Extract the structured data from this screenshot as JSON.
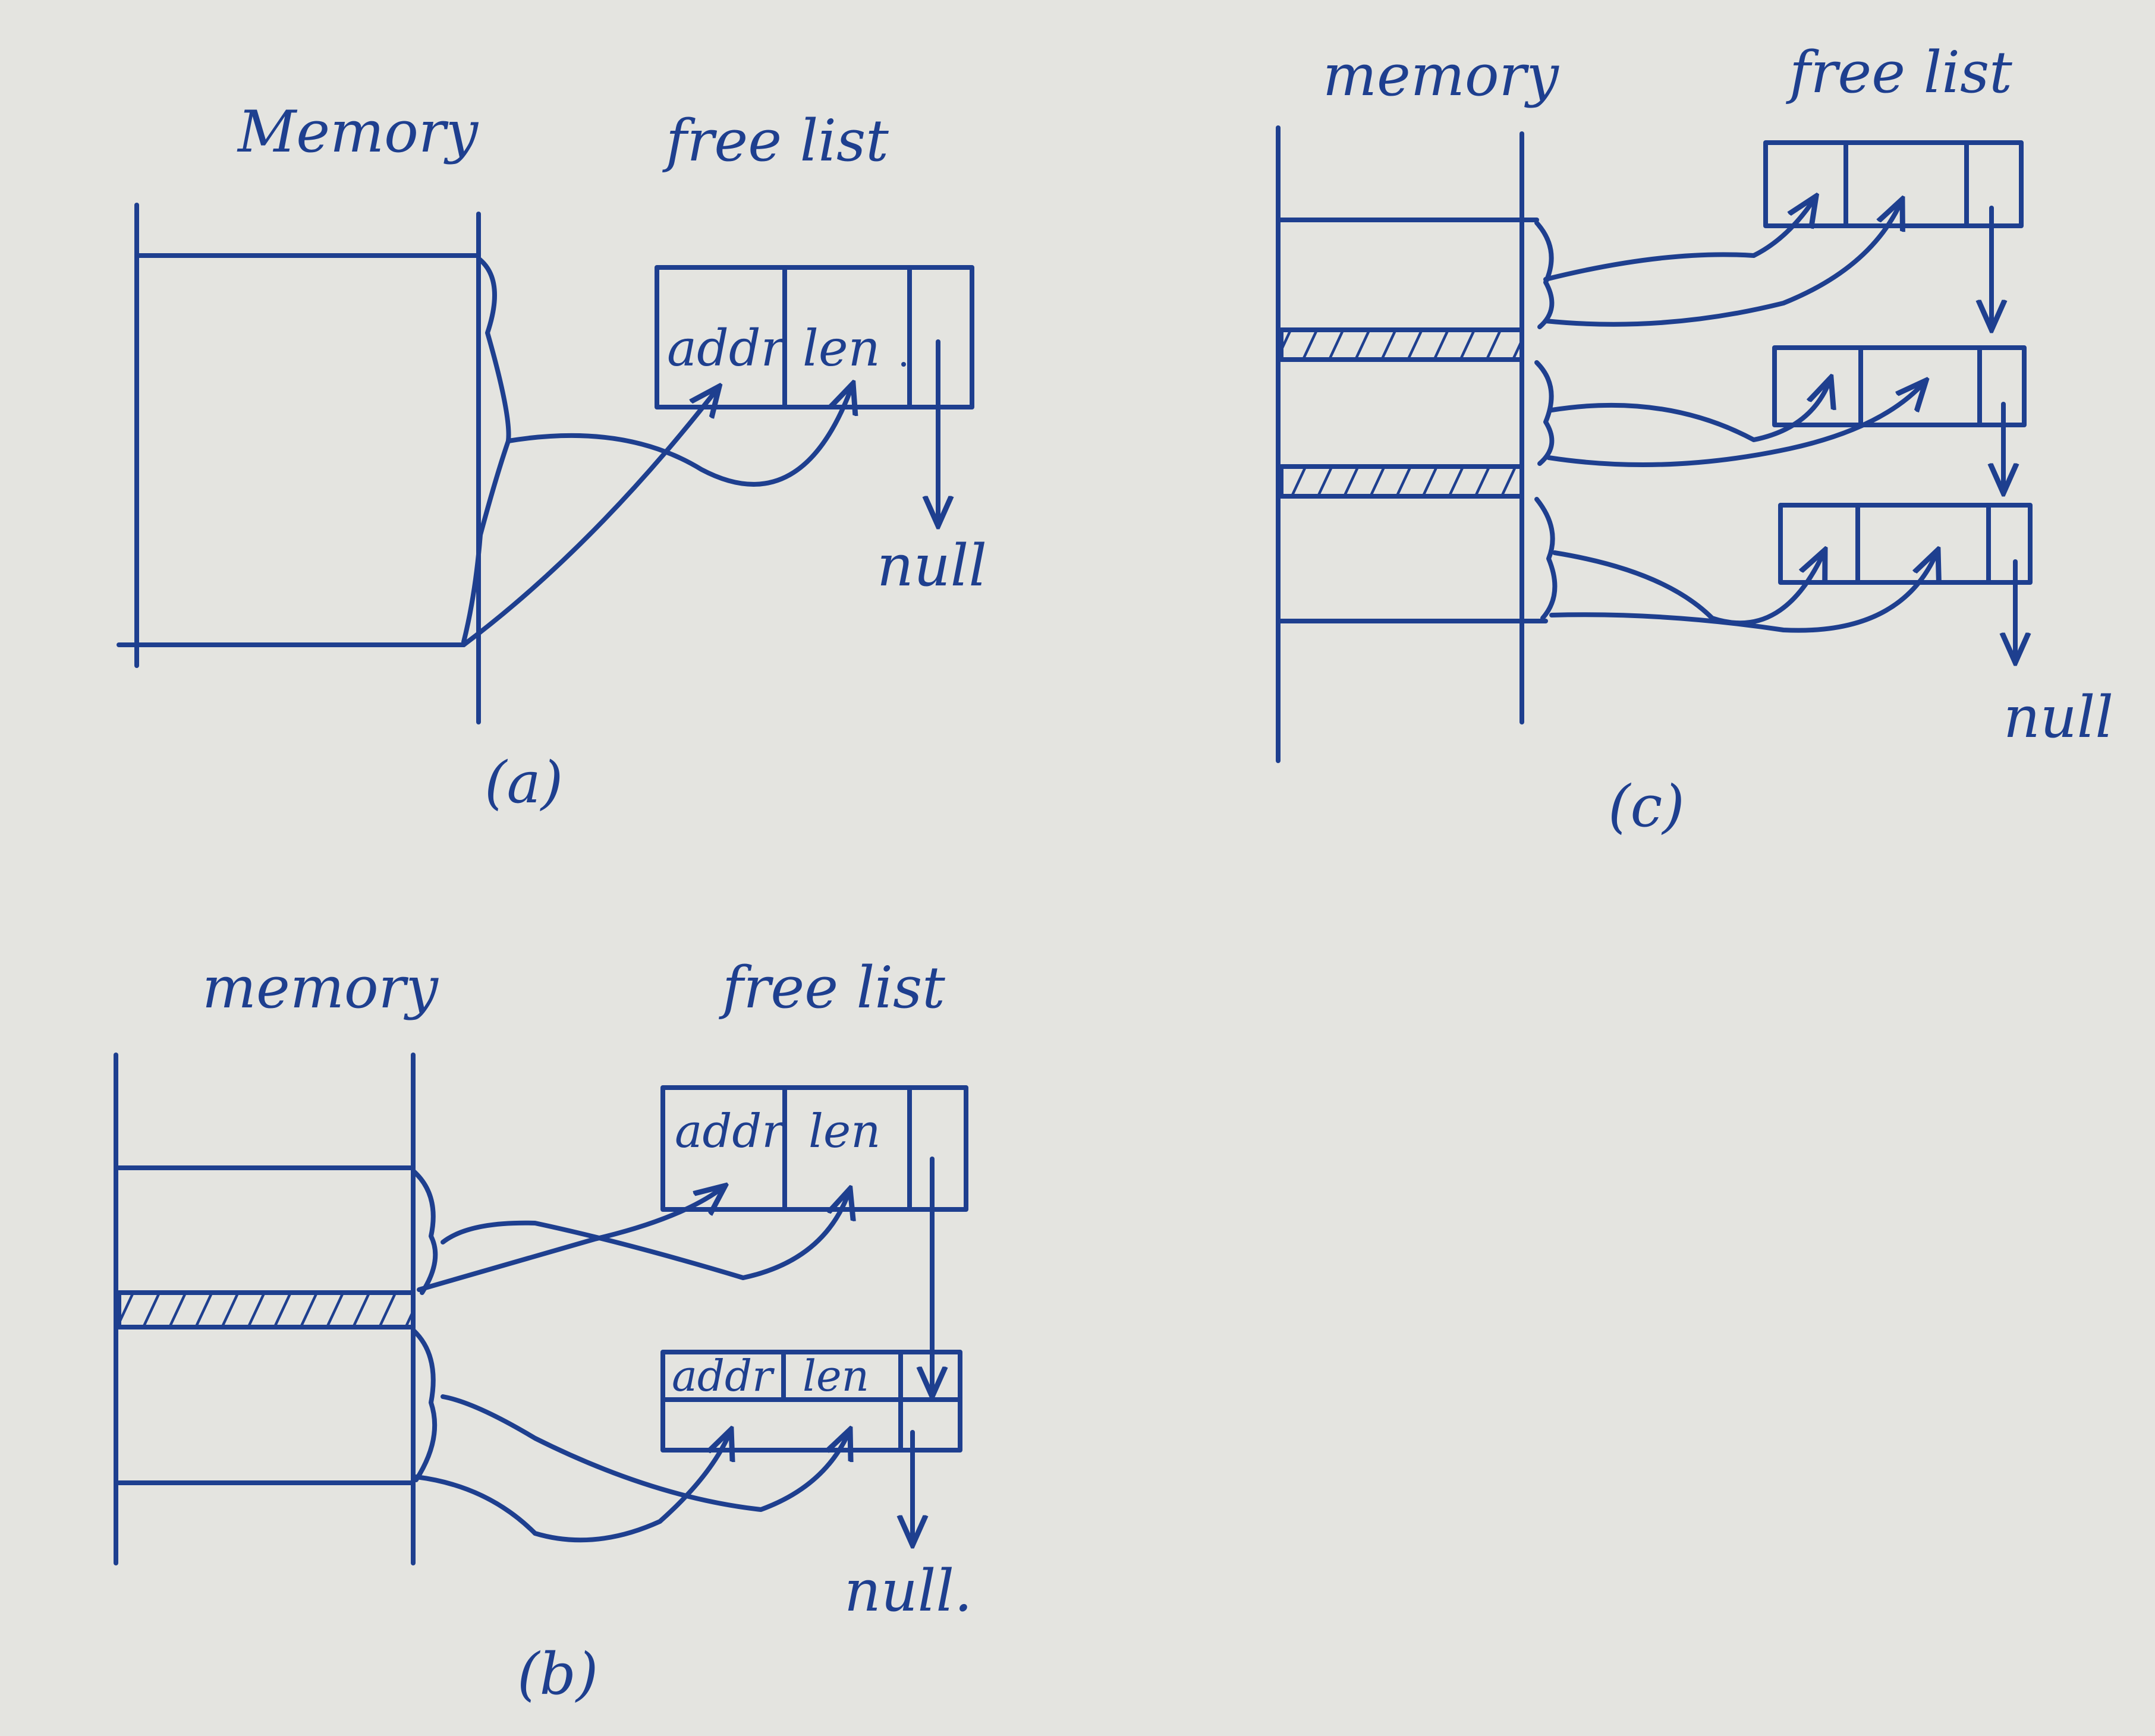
{
  "colors": {
    "paper": "#e4e4e0",
    "ink": "#1e3f8f"
  },
  "labels": {
    "memory_a": "Memory",
    "memory_b": "memory",
    "memory_c": "memory",
    "freelist": "free list",
    "addr": "addr",
    "len": "len",
    "null": "null",
    "null_b": "null.",
    "caption_a": "(a)",
    "caption_b": "(b)",
    "caption_c": "(c)"
  }
}
